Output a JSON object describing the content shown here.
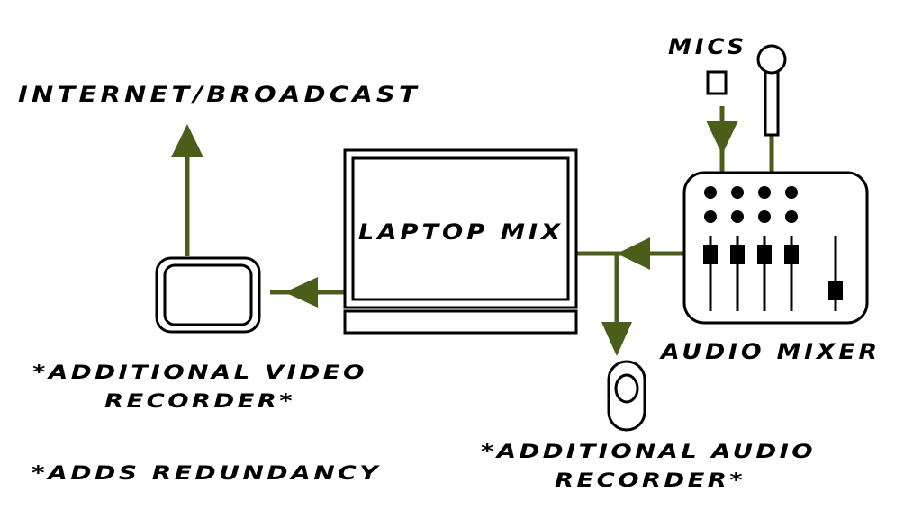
{
  "colors": {
    "ink": "#000000",
    "arrow": "#4a5e1a",
    "background": "#ffffff"
  },
  "labels": {
    "internet": "INTERNET/BROADCAST",
    "mics": "MICS",
    "laptop": "LAPTOP MIX",
    "audio_mixer": "AUDIO MIXER",
    "video_recorder_line1": "*ADDITIONAL VIDEO",
    "video_recorder_line2": "RECORDER*",
    "redundancy": "*ADDS REDUNDANCY",
    "audio_recorder_line1": "*ADDITIONAL AUDIO",
    "audio_recorder_line2": "RECORDER*"
  },
  "icons": {
    "laptop": "laptop-icon",
    "mixer": "audio-mixer-icon",
    "video_recorder": "video-recorder-icon",
    "audio_recorder": "audio-recorder-icon",
    "mic_small": "lavalier-mic-icon",
    "mic_handheld": "handheld-mic-icon"
  },
  "mixer": {
    "knob_columns": 4,
    "knob_rows": 2,
    "fader_count": 5
  }
}
